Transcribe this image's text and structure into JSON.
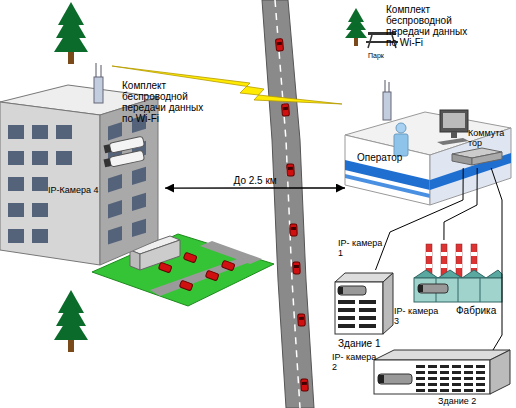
{
  "diagram": {
    "nodes": [
      {
        "text": [
          "IP-Камера 4"
        ]
      },
      {
        "text": [
          "Оператор"
        ]
      },
      {
        "text": [
          "Коммута тор"
        ],
        "in": 1
      },
      {
        "text": [
          "Здание 1"
        ]
      },
      {
        "text": [
          "Фабрика"
        ]
      },
      {
        "text": [
          "Здание 2"
        ]
      }
    ],
    "edges": [
      {
        "from": 0,
        "to": 1,
        "label": "До 2.5 км",
        "arrow": "both"
      },
      {
        "from": 2,
        "to": 3,
        "arrow": "none"
      },
      {
        "from": 2,
        "to": 4,
        "arrow": "none"
      },
      {
        "from": 2,
        "to": 5,
        "arrow": "none"
      }
    ],
    "labels": [
      "Комплект беспроводной передачи данных по Wi-Fi",
      "Парк",
      "Комплект беспроводной передачи данных по Wi-Fi",
      "IP- камера 1",
      "IP- камера 3",
      "IP- камера 2"
    ]
  }
}
